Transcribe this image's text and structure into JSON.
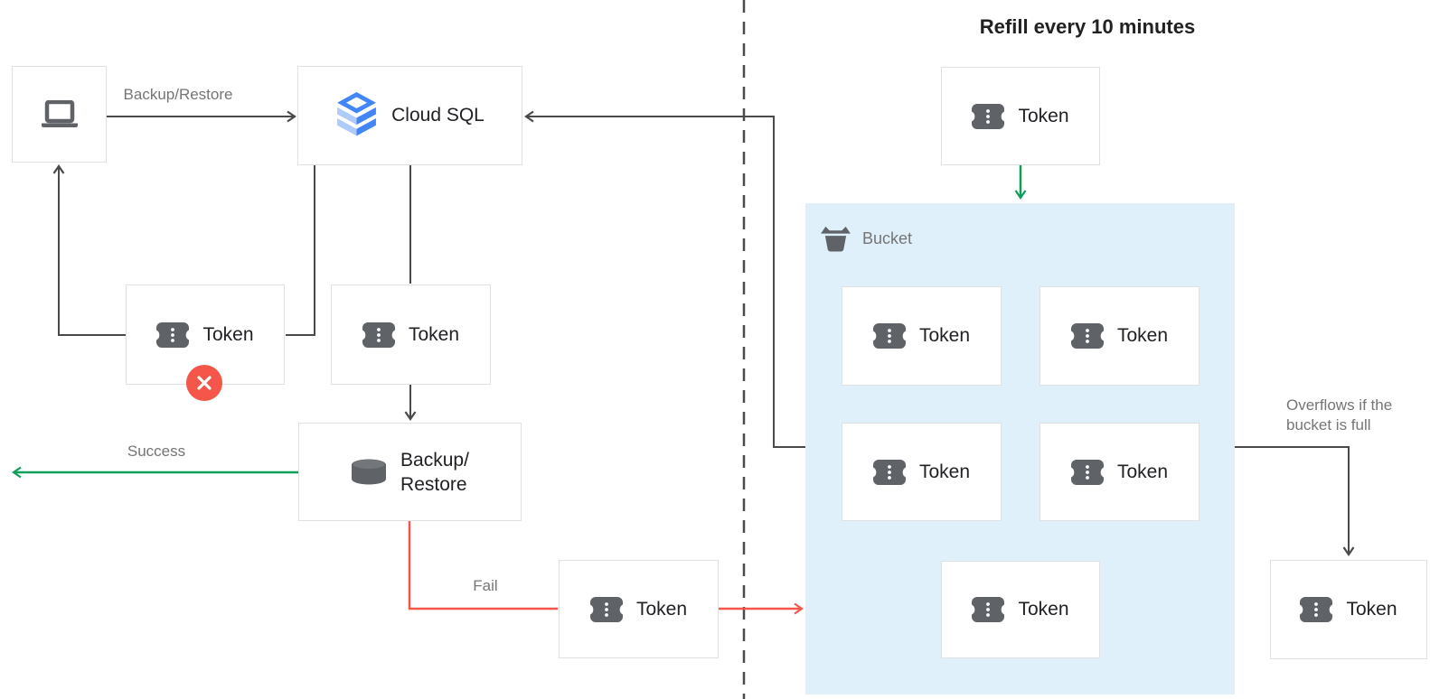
{
  "title": "Refill every 10 minutes",
  "labels": {
    "cloud_sql": "Cloud SQL",
    "token": "Token",
    "backup_line1": "Backup/",
    "backup_line2": "Restore",
    "bucket": "Bucket",
    "edge_backup_restore": "Backup/Restore",
    "edge_success": "Success",
    "edge_fail": "Fail",
    "overflow_line1": "Overflows if the",
    "overflow_line2": "bucket is full"
  },
  "icons": {
    "laptop": "laptop-icon",
    "cloud_sql": "cloud-sql-icon",
    "token": "token-ticket-icon",
    "backup_restore": "database-icon",
    "bucket": "bucket-icon",
    "fail_badge": "error-x-icon"
  },
  "colors": {
    "line": "#4a4a4a",
    "green": "#0f9d58",
    "red": "#f4564a",
    "bucket_bg": "#dff0fb",
    "node_border": "#e0e0e0",
    "icon_gray": "#5f6368",
    "text_dark": "#202124",
    "text_gray": "#757575",
    "blue": "#4285f4",
    "blue_light": "#aecbfa"
  }
}
